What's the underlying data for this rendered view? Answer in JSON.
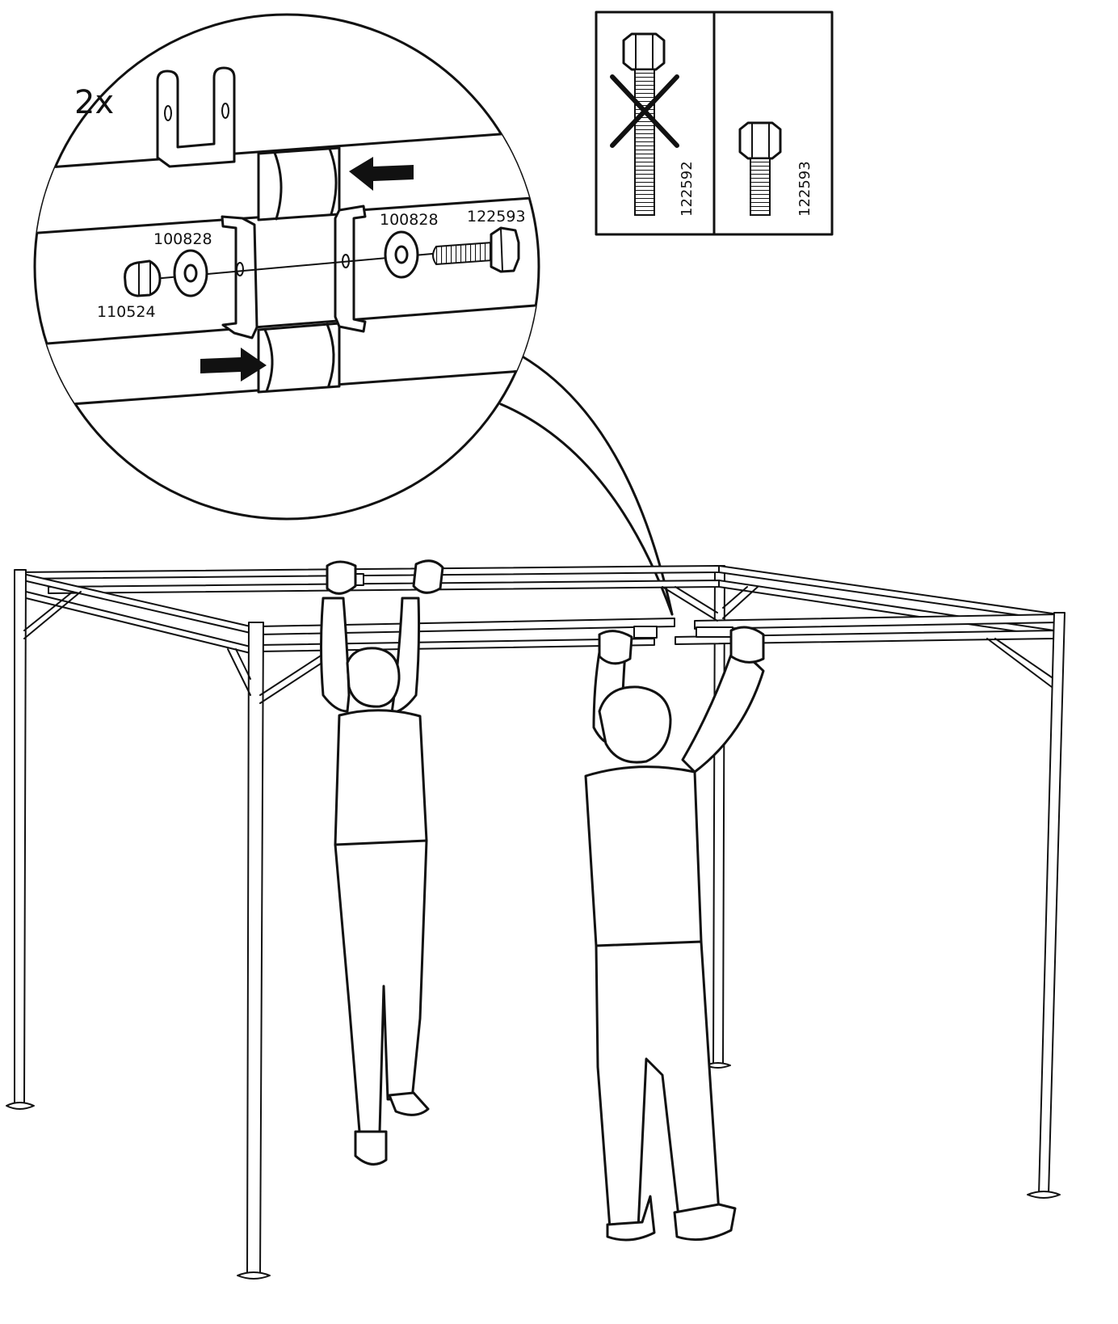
{
  "callout": {
    "quantity": "2x",
    "labels": {
      "washer_left": "100828",
      "nut": "110524",
      "washer_right": "100828",
      "bolt": "122593"
    }
  },
  "bolt_panel": {
    "wrong_bolt_id": "122592",
    "right_bolt_id": "122593"
  }
}
